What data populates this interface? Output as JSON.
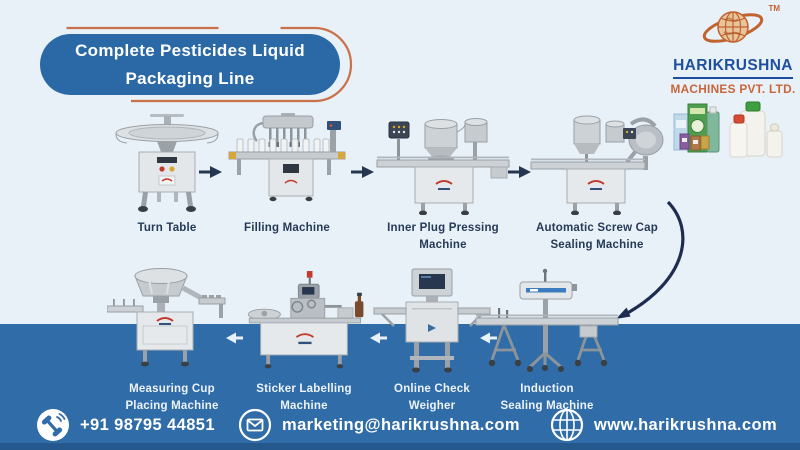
{
  "banner": {
    "line1": "Complete Pesticides Liquid",
    "line2": "Packaging Line"
  },
  "logo": {
    "company": "HARIKRUSHNA",
    "subtitle": "MACHINES PVT. LTD.",
    "trademark": "TM",
    "globe_icon": "globe-ring-icon"
  },
  "machines": {
    "row1": [
      {
        "image": "turn-table",
        "line1": "Turn Table",
        "line2": ""
      },
      {
        "image": "filling-machine",
        "line1": "Filling Machine",
        "line2": ""
      },
      {
        "image": "inner-plug-pressing-machine",
        "line1": "Inner Plug Pressing",
        "line2": "Machine"
      },
      {
        "image": "automatic-screw-cap-sealing-machine",
        "line1": "Automatic Screw Cap",
        "line2": "Sealing Machine"
      }
    ],
    "row2": [
      {
        "image": "measuring-cup-placing-machine",
        "line1": "Measuring Cup",
        "line2": "Placing Machine"
      },
      {
        "image": "sticker-labelling-machine",
        "line1": "Sticker Labelling",
        "line2": "Machine"
      },
      {
        "image": "online-check-weigher",
        "line1": "Online Check",
        "line2": "Weigher"
      },
      {
        "image": "induction-sealing-machine",
        "line1": "Induction",
        "line2": "Sealing Machine"
      }
    ]
  },
  "contact": {
    "phone": {
      "icon": "phone-icon",
      "value": "+91 98795 44851"
    },
    "email": {
      "icon": "envelope-icon",
      "value": "marketing@harikrushna.com"
    },
    "website": {
      "icon": "globe-icon",
      "value": "www.harikrushna.com"
    }
  },
  "colors": {
    "background": "#e8f1f8",
    "band_blue": "#2f6ca8",
    "banner_blue": "#2a69a6",
    "accent_orange": "#c8714b",
    "label_dark": "#263a57",
    "logo_blue": "#1d4f9e",
    "logo_orange": "#c8653a"
  }
}
